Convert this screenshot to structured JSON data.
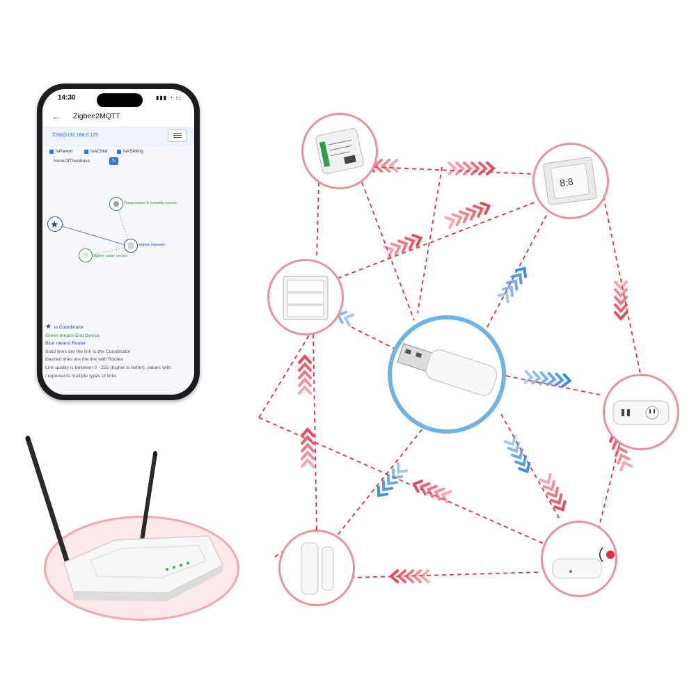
{
  "phone": {
    "status_time": "14:30",
    "app_title": "Zigbee2MQTT",
    "address": "Z2M@192.168.0.125",
    "filters": [
      {
        "label": "IsParent",
        "checked": true
      },
      {
        "label": "IsAChild",
        "checked": true
      },
      {
        "label": "IsASibling",
        "checked": true
      }
    ],
    "none_label": "NoneOfTheAbove",
    "graph": {
      "coordinator_label": "",
      "temp_sensor_label": "Temperature & humidity sensor",
      "repeater_label": "zigbee repeater",
      "water_sensor_label": "zigbee water sensor"
    },
    "legend": {
      "coordinator": "is Coordinator",
      "end_device": "Green means End Device",
      "router": "Blue means Router",
      "solid_lines": "Solid lines are the link to the Coordinator",
      "dashed_lines": "Dashed lines are the link with Routes",
      "link_quality": "Link quality is between 0 - 255 (higher is better), values with",
      "multiple": "/ represents multiple types of links"
    }
  },
  "devices": {
    "relay_module": "relay-module-icon",
    "thermostat": "thermostat-icon",
    "wall_switch": "wall-switch-icon",
    "usb_dongle": "usb-dongle-icon",
    "smart_plug": "smart-plug-icon",
    "door_sensor": "door-sensor-icon",
    "gateway_hub": "gateway-hub-icon",
    "wifi_router": "wifi-router-icon"
  },
  "colors": {
    "mesh_red": "#e0313f",
    "chevron_red": "#e8475a",
    "chevron_blue": "#3b8ddd",
    "ring_pink": "#e9929c",
    "hub_blue": "#6db4e6",
    "green": "#2e9a2e",
    "router_blue": "#2846c8"
  }
}
